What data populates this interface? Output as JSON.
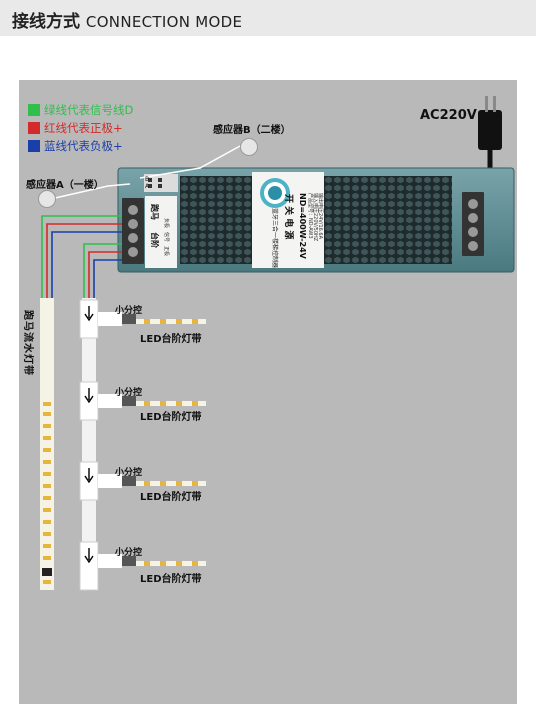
{
  "header": {
    "title_cn": "接线方式",
    "title_en": "CONNECTION MODE"
  },
  "legend": [
    {
      "label": "绿线代表信号线D",
      "color": "#2fbf4a"
    },
    {
      "label": "红线代表正极+",
      "color": "#d32a2a"
    },
    {
      "label": "蓝线代表负极+",
      "color": "#1b3fa8"
    }
  ],
  "power_label": "AC220V",
  "sensor_a": "感应器A（一楼）",
  "sensor_b": "感应器B（二楼）",
  "psu": {
    "line1": "蓝牙三合一楼梯控制器",
    "line2": "开 关 电 源",
    "model": "ND=400W-24V",
    "line4": "产品型号：ND-AW3",
    "line5": "输入电压220V/50HZ",
    "line6": "输出电压24V/16.6A",
    "terminal_label_1": "跑马",
    "terminal_label_2": "台阶",
    "terminal_small": [
      "负极",
      "信号",
      "正极"
    ],
    "port_letters": [
      "B",
      "A"
    ]
  },
  "running_strip_label": "跑马流水灯带",
  "branches": [
    {
      "splitter": "小分控",
      "strip": "LED台阶灯带"
    },
    {
      "splitter": "小分控",
      "strip": "LED台阶灯带"
    },
    {
      "splitter": "小分控",
      "strip": "LED台阶灯带"
    },
    {
      "splitter": "小分控",
      "strip": "LED台阶灯带"
    }
  ],
  "colors": {
    "panel": "#b9b9b9",
    "psu_body": "#5a8a91",
    "wire_green": "#2fbf4a",
    "wire_red": "#d32a2a",
    "wire_blue": "#1b3fa8",
    "strip": "#f5f2e6",
    "led": "#e8b53a"
  }
}
